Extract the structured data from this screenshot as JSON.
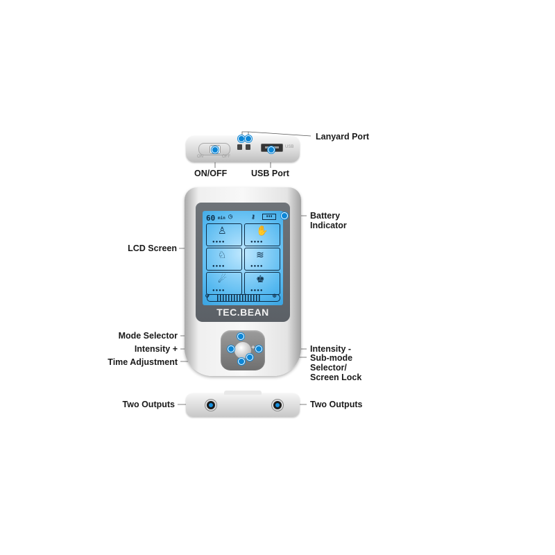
{
  "labels": {
    "lanyard_port": "Lanyard Port",
    "on_off": "ON/OFF",
    "usb_port": "USB Port",
    "battery_indicator": [
      "Battery",
      "Indicator"
    ],
    "lcd_screen": "LCD Screen",
    "mode_selector": "Mode Selector",
    "intensity_plus": "Intensity +",
    "time_adjustment": "Time Adjustment",
    "intensity_minus": "Intensity -",
    "submode_lock": [
      "Sub-mode",
      "Selector/",
      "Screen Lock"
    ],
    "two_outputs_left": "Two Outputs",
    "two_outputs_right": "Two Outputs"
  },
  "device": {
    "brand": "TEC.BEAN",
    "switch_on": "ON",
    "switch_off": "OFF",
    "usb_text": "USB",
    "lcd_time": "60",
    "lcd_time_unit": "min"
  },
  "colors": {
    "accent_dot": "#0d86d6",
    "lcd": "#56b9f0"
  }
}
